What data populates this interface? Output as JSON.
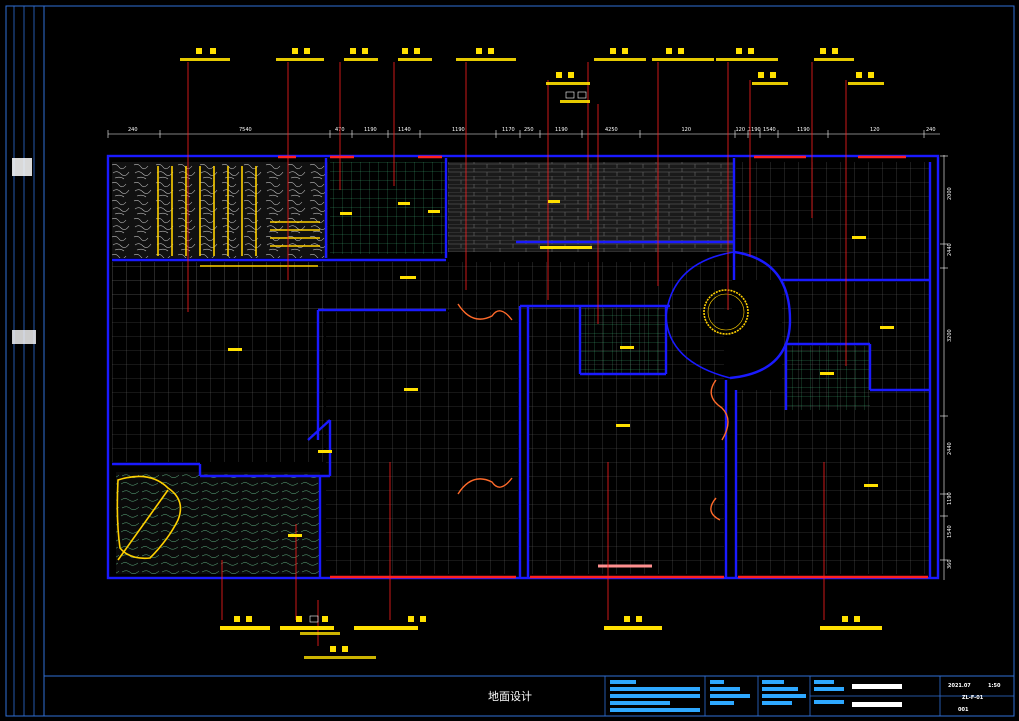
{
  "drawing": {
    "title_block_label": "地面设计",
    "scale": "1:50",
    "date": "2021.07",
    "drawing_no": "ZL-F-01",
    "sheet": "001"
  },
  "dimensions_top": [
    "240",
    "7540",
    "470",
    "1190",
    "1140",
    "1190",
    "1170",
    "250",
    "1190",
    "4250",
    "120",
    "120",
    "1190",
    "1540",
    "1190",
    "120",
    "240"
  ],
  "dimensions_right": [
    "2000",
    "2440",
    "3200",
    "2440",
    "1190",
    "1540",
    "360"
  ],
  "colors": {
    "background": "#000000",
    "frame": "#2f6fd6",
    "wall": "#1a1aff",
    "grid": "#5a5a5a",
    "leader": "#ff2020",
    "tag": "#ffe000",
    "pattern_red": "#ff3030",
    "pattern_yellow": "#ffd000"
  }
}
